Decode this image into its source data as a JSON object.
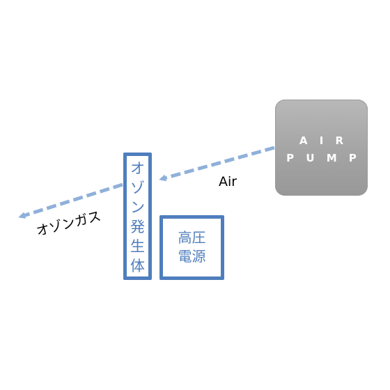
{
  "air_pump": {
    "line1": "A I R",
    "line2": "P U M P"
  },
  "ozone_generator": {
    "chars": [
      "オ",
      "ゾ",
      "ン",
      "発",
      "生",
      "体"
    ]
  },
  "power_supply": {
    "line1": "高圧",
    "line2": "電源"
  },
  "flows": {
    "air_label": "Air",
    "ozone_gas_label": "オゾンガス"
  },
  "colors": {
    "component_border": "#4f7ebd",
    "arrow": "#8fb0d9",
    "pump_fill": "#a9a9a9",
    "label_text": "#000000"
  }
}
